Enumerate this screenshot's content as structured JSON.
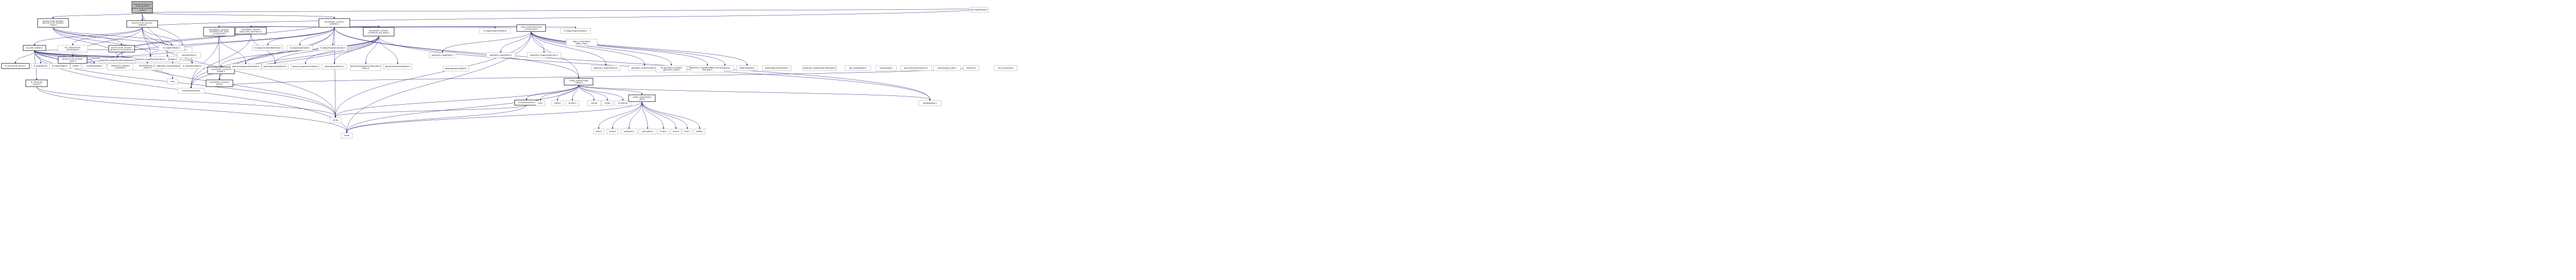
{
  "nodes": [
    {
      "id": "root",
      "lines": [
        "localization/ground",
        "_truth_localizer/",
        "ground_truth_localizer",
        "_node.h"
      ],
      "style": "root"
    },
    {
      "id": "gtl_node_h",
      "lines": [
        "ground_truth_localizer",
        "/ground_truth_localizer",
        "_node.h"
      ],
      "style": "linked"
    },
    {
      "id": "gtl_nodelet",
      "lines": [
        "ground_truth_localizer",
        "_nodelet.h"
      ],
      "style": "linked"
    },
    {
      "id": "loc_common_utils",
      "lines": [
        "localization_common",
        "/utilities.h"
      ],
      "style": "linked"
    },
    {
      "id": "ff_util_nodelet",
      "lines": [
        "ff_util/ff_nodelet.h"
      ],
      "style": "linked"
    },
    {
      "id": "gtl_gtl",
      "lines": [
        "ground_truth_localizer",
        "/ground_truth_localizer.h"
      ],
      "style": "linked"
    },
    {
      "id": "ff_msgs_gtl",
      "lines": [
        "ff_msgs/Heartbeat.h"
      ],
      "style": "plain"
    },
    {
      "id": "ros_h",
      "lines": [
        "ros/ros.h"
      ],
      "style": "plain"
    },
    {
      "id": "ff_util_ff_names",
      "lines": [
        "ff_common/ff_names.h"
      ],
      "style": "linked"
    },
    {
      "id": "ff_msgs_diag",
      "lines": [
        "ff_msgs/Fault.h"
      ],
      "style": "plain"
    },
    {
      "id": "ff_msgs_fstate",
      "lines": [
        "ff_msgs/Trigger.h"
      ],
      "style": "plain"
    },
    {
      "id": "thread",
      "lines": [
        "thread"
      ],
      "style": "plain"
    },
    {
      "id": "nodelet_h",
      "lines": [
        "nodelet/nodelet.h"
      ],
      "style": "plain"
    },
    {
      "id": "diag_pub",
      "lines": [
        "diagnostic_updater/",
        "publisher.h"
      ],
      "style": "plain"
    },
    {
      "id": "pluginlib",
      "lines": [
        "pluginlib/class_list",
        "_macros.h"
      ],
      "style": "plain"
    },
    {
      "id": "diag_arr",
      "lines": [
        "diagnostic_msgs/DiagnosticArray.h"
      ],
      "style": "plain"
    },
    {
      "id": "tf2_ros",
      "lines": [
        "tf2_ros/transform",
        "_broadcaster.h"
      ],
      "style": "plain"
    },
    {
      "id": "ff_msgs_hb",
      "lines": [
        "ff_msgs/Heartbeat.h"
      ],
      "style": "plain"
    },
    {
      "id": "ff_util_config",
      "lines": [
        "ff_util/config",
        "_server.h"
      ],
      "style": "linked"
    },
    {
      "id": "map",
      "lines": [
        "map"
      ],
      "style": "plain"
    },
    {
      "id": "string",
      "lines": [
        "string"
      ],
      "style": "plain"
    },
    {
      "id": "vector",
      "lines": [
        "vector"
      ],
      "style": "plain"
    },
    {
      "id": "boost_opt",
      "lines": [
        "boost/optional.hpp"
      ],
      "style": "plain"
    },
    {
      "id": "gtl_base",
      "lines": [
        "ground_truth_localizer",
        "_base.h"
      ],
      "style": "linked"
    },
    {
      "id": "geo_pose_stamped",
      "lines": [
        "geometry_msgs/PoseStamped.h"
      ],
      "style": "plain"
    },
    {
      "id": "geo_transform",
      "lines": [
        "geometry_msgs/TransformStamped.h"
      ],
      "style": "plain"
    },
    {
      "id": "ff_msgs_pose",
      "lines": [
        "ff_msgs/EkfState.h"
      ],
      "style": "plain"
    },
    {
      "id": "ros_subscriber",
      "lines": [
        "ros/subscriber.h"
      ],
      "style": "plain"
    },
    {
      "id": "loc_common_tsd",
      "lines": [
        "localization_common",
        "/combined_nav_state",
        "_covariances.h"
      ],
      "style": "linked"
    },
    {
      "id": "loc_common_tsdp",
      "lines": [
        "localization_common",
        "/pose_with_covariance.h"
      ],
      "style": "linked"
    },
    {
      "id": "ff_msgs_state_a",
      "lines": [
        "ff_msgs/CombinedNavState.h"
      ],
      "style": "plain"
    },
    {
      "id": "ff_msgs_state_b",
      "lines": [
        "ff_msgs/GraphState.h"
      ],
      "style": "plain"
    },
    {
      "id": "ff_msgs_state_c",
      "lines": [
        "ff_msgs/VisualLandmarks.h"
      ],
      "style": "plain"
    },
    {
      "id": "loc_common_cns",
      "lines": [
        "localization_common",
        "/combined_nav_state.h"
      ],
      "style": "linked"
    },
    {
      "id": "loc_common_time",
      "lines": [
        "localization_common",
        "/time.h"
      ],
      "style": "linked"
    },
    {
      "id": "loc_common_logger",
      "lines": [
        "localization_common",
        "/logger.h"
      ],
      "style": "linked"
    },
    {
      "id": "gtsam_navstate",
      "lines": [
        "gtsam/navigation/NavState.h"
      ],
      "style": "plain"
    },
    {
      "id": "gtsam_pose3",
      "lines": [
        "gtsam/geometry/Pose3.h"
      ],
      "style": "plain"
    },
    {
      "id": "gtsam_imu",
      "lines": [
        "gtsam/navigation/ImuBias.h"
      ],
      "style": "plain"
    },
    {
      "id": "gtsam_base",
      "lines": [
        "gtsam/base/Vector.h"
      ],
      "style": "plain"
    },
    {
      "id": "gtsam_cam",
      "lines": [
        "gtsam/navigation/CombinedImu",
        "Factor.h"
      ],
      "style": "plain"
    },
    {
      "id": "gtsam_linear",
      "lines": [
        "gtsam/linear/NoiseModel.h"
      ],
      "style": "plain"
    },
    {
      "id": "glog",
      "lines": [
        "glog/logging.h"
      ],
      "style": "plain"
    },
    {
      "id": "msg_conv",
      "lines": [
        "msg_conversions/msg",
        "_conversions.h"
      ],
      "style": "linked"
    },
    {
      "id": "config_reader",
      "lines": [
        "config_reader/config",
        "_reader.h"
      ],
      "style": "linked"
    },
    {
      "id": "ff_common_utils",
      "lines": [
        "ff_common/utils.h"
      ],
      "style": "linked"
    },
    {
      "id": "lua",
      "lines": [
        "lua.h"
      ],
      "style": "plain"
    },
    {
      "id": "lualib",
      "lines": [
        "lualib.h"
      ],
      "style": "plain"
    },
    {
      "id": "lauxlib",
      "lines": [
        "lauxlib.h"
      ],
      "style": "plain"
    },
    {
      "id": "cstring",
      "lines": [
        "cstring"
      ],
      "style": "plain"
    },
    {
      "id": "cmath",
      "lines": [
        "cmath"
      ],
      "style": "plain"
    },
    {
      "id": "functional",
      "lines": [
        "functional"
      ],
      "style": "plain"
    },
    {
      "id": "watch_files",
      "lines": [
        "config_reader/watch",
        "_files.h"
      ],
      "style": "linked"
    },
    {
      "id": "stdio",
      "lines": [
        "stdio.h"
      ],
      "style": "plain"
    },
    {
      "id": "unistd",
      "lines": [
        "unistd.h"
      ],
      "style": "plain"
    },
    {
      "id": "sys_types",
      "lines": [
        "sys/types.h"
      ],
      "style": "plain"
    },
    {
      "id": "sys_inotify",
      "lines": [
        "sys/inotify.h"
      ],
      "style": "plain"
    },
    {
      "id": "limits",
      "lines": [
        "limits.h"
      ],
      "style": "plain"
    },
    {
      "id": "errno",
      "lines": [
        "errno.h"
      ],
      "style": "plain"
    },
    {
      "id": "fcntl",
      "lines": [
        "fcntl.h"
      ],
      "style": "plain"
    },
    {
      "id": "stdlib",
      "lines": [
        "stdlib.h"
      ],
      "style": "plain"
    },
    {
      "id": "eigen_core",
      "lines": [
        "Eigen/Core"
      ],
      "style": "plain"
    },
    {
      "id": "eigen_geo",
      "lines": [
        "Eigen/Geometry"
      ],
      "style": "plain"
    },
    {
      "id": "geo_point",
      "lines": [
        "geometry_msgs/Point.h"
      ],
      "style": "plain"
    },
    {
      "id": "geo_quat",
      "lines": [
        "geometry_msgs/Quaternion.h"
      ],
      "style": "plain"
    },
    {
      "id": "geo_vec3",
      "lines": [
        "geometry_msgs/Vector3.h"
      ],
      "style": "plain"
    },
    {
      "id": "geo_pose",
      "lines": [
        "geometry_msgs/Pose.h"
      ],
      "style": "plain"
    },
    {
      "id": "geo_pose_cov",
      "lines": [
        "geometry_msgs/PoseWithCovariance",
        "Stamped.h"
      ],
      "style": "plain"
    },
    {
      "id": "geo_transform_b",
      "lines": [
        "geometry_msgs/Transform.h"
      ],
      "style": "plain"
    },
    {
      "id": "ff_msgs_graph_vio",
      "lines": [
        "ff_msgs/GraphVIOState.h"
      ],
      "style": "plain"
    },
    {
      "id": "ff_msgs_graph_loc",
      "lines": [
        "ff_msgs/GraphLocState.h"
      ],
      "style": "plain"
    },
    {
      "id": "gtsam_rot",
      "lines": [
        "gtsam/geometry/Rot3.h"
      ],
      "style": "plain"
    },
    {
      "id": "tf2_geo",
      "lines": [
        "tf2_geometry_msgs/tf2",
        "_geometry_msgs.h"
      ],
      "style": "plain"
    },
    {
      "id": "eigen_conv",
      "lines": [
        "eigen_conversions/",
        "eigen_msg.h"
      ],
      "style": "plain"
    },
    {
      "id": "gtsam_point3",
      "lines": [
        "gtsam/geometry/Point3.h"
      ],
      "style": "plain"
    },
    {
      "id": "geo_vec3_stamped",
      "lines": [
        "geometry_msgs/Vector3Stamped.h"
      ],
      "style": "plain"
    },
    {
      "id": "std_msgs_header",
      "lines": [
        "std_msgs/Header.h"
      ],
      "style": "plain"
    },
    {
      "id": "ros_time",
      "lines": [
        "ros/time.h"
      ],
      "style": "plain"
    },
    {
      "id": "ros_package",
      "lines": [
        "ros/package.h"
      ],
      "style": "plain"
    },
    {
      "id": "pcl_eigen",
      "lines": [
        "pcl/common/transforms.h"
      ],
      "style": "plain"
    },
    {
      "id": "std_msgs_empty",
      "lines": [
        "std_msgs/Empty.h"
      ],
      "style": "plain"
    },
    {
      "id": "ros_msg_ts",
      "lines": [
        "ros/message_traits.h"
      ],
      "style": "plain"
    },
    {
      "id": "std_srv_empty",
      "lines": [
        "std_srvs/Empty.h"
      ],
      "style": "plain"
    }
  ],
  "edges": [
    [
      "root",
      "gtl_node_h"
    ],
    [
      "root",
      "gtl_nodelet"
    ],
    [
      "root",
      "loc_common_utils"
    ],
    [
      "root",
      "ff_msgs_gtl"
    ],
    [
      "root",
      "ros_h"
    ],
    [
      "root",
      "std_msgs_empty"
    ],
    [
      "gtl_node_h",
      "gtl_gtl"
    ],
    [
      "gtl_node_h",
      "geo_pose_stamped"
    ],
    [
      "gtl_node_h",
      "geo_transform"
    ],
    [
      "gtl_node_h",
      "ff_msgs_pose"
    ],
    [
      "gtl_node_h",
      "ros_subscriber"
    ],
    [
      "gtl_nodelet",
      "ff_util_nodelet"
    ],
    [
      "gtl_nodelet",
      "gtl_base"
    ],
    [
      "gtl_nodelet",
      "geo_pose_stamped"
    ],
    [
      "gtl_nodelet",
      "ros_h"
    ],
    [
      "gtl_nodelet",
      "tf2_ros"
    ],
    [
      "gtl_nodelet",
      "std_msgs_empty"
    ],
    [
      "gtl_nodelet",
      "string"
    ],
    [
      "gtl_nodelet",
      "ff_msgs_hb"
    ],
    [
      "ff_util_nodelet",
      "ff_util_ff_names"
    ],
    [
      "ff_util_nodelet",
      "ff_msgs_diag"
    ],
    [
      "ff_util_nodelet",
      "ff_msgs_fstate"
    ],
    [
      "ff_util_nodelet",
      "thread"
    ],
    [
      "ff_util_nodelet",
      "nodelet_h"
    ],
    [
      "ff_util_nodelet",
      "diag_pub"
    ],
    [
      "ff_util_nodelet",
      "pluginlib"
    ],
    [
      "ff_util_nodelet",
      "diag_arr"
    ],
    [
      "ff_util_nodelet",
      "ff_msgs_hb"
    ],
    [
      "ff_util_nodelet",
      "ff_util_config"
    ],
    [
      "ff_util_nodelet",
      "map"
    ],
    [
      "ff_util_nodelet",
      "string"
    ],
    [
      "ff_util_nodelet",
      "vector"
    ],
    [
      "ff_util_nodelet",
      "ros_h"
    ],
    [
      "ff_util_config",
      "string"
    ],
    [
      "ff_util_config",
      "vector"
    ],
    [
      "gtl_base",
      "ros_h"
    ],
    [
      "gtl_base",
      "geo_pose_stamped"
    ],
    [
      "gtl_gtl",
      "loc_common_utils"
    ],
    [
      "gtl_gtl",
      "loc_common_tsdp"
    ],
    [
      "gtl_gtl",
      "geo_transform"
    ],
    [
      "gtl_gtl",
      "string"
    ],
    [
      "loc_common_utils",
      "loc_common_tsd"
    ],
    [
      "loc_common_utils",
      "loc_common_tsdp"
    ],
    [
      "loc_common_utils",
      "ff_msgs_state_a"
    ],
    [
      "loc_common_utils",
      "ff_msgs_state_b"
    ],
    [
      "loc_common_utils",
      "ff_msgs_state_c"
    ],
    [
      "loc_common_utils",
      "loc_common_cns"
    ],
    [
      "loc_common_utils",
      "loc_common_time"
    ],
    [
      "loc_common_utils",
      "msg_conv"
    ],
    [
      "loc_common_utils",
      "config_reader"
    ],
    [
      "loc_common_utils",
      "geo_pose_stamped"
    ],
    [
      "loc_common_utils",
      "geo_transform"
    ],
    [
      "loc_common_utils",
      "ff_msgs_graph_vio"
    ],
    [
      "loc_common_utils",
      "ff_msgs_graph_loc"
    ],
    [
      "loc_common_utils",
      "glog"
    ],
    [
      "loc_common_utils",
      "boost_opt"
    ],
    [
      "loc_common_utils",
      "string"
    ],
    [
      "loc_common_tsd",
      "loc_common_time"
    ],
    [
      "loc_common_tsd",
      "gtsam_navstate"
    ],
    [
      "loc_common_tsd",
      "boost_opt"
    ],
    [
      "loc_common_tsdp",
      "gtsam_pose3"
    ],
    [
      "loc_common_tsdp",
      "boost_opt"
    ],
    [
      "loc_common_cns",
      "loc_common_time"
    ],
    [
      "loc_common_cns",
      "gtsam_navstate"
    ],
    [
      "loc_common_cns",
      "gtsam_pose3"
    ],
    [
      "loc_common_cns",
      "gtsam_imu"
    ],
    [
      "loc_common_cns",
      "gtsam_base"
    ],
    [
      "loc_common_cns",
      "gtsam_cam"
    ],
    [
      "loc_common_cns",
      "gtsam_linear"
    ],
    [
      "loc_common_cns",
      "boost_opt"
    ],
    [
      "loc_common_cns",
      "loc_common_logger"
    ],
    [
      "loc_common_cns",
      "glog"
    ],
    [
      "loc_common_time",
      "ros_time"
    ],
    [
      "msg_conv",
      "eigen_core"
    ],
    [
      "msg_conv",
      "eigen_geo"
    ],
    [
      "msg_conv",
      "geo_point"
    ],
    [
      "msg_conv",
      "geo_quat"
    ],
    [
      "msg_conv",
      "geo_vec3"
    ],
    [
      "msg_conv",
      "geo_pose"
    ],
    [
      "msg_conv",
      "geo_pose_cov"
    ],
    [
      "msg_conv",
      "geo_transform_b"
    ],
    [
      "msg_conv",
      "config_reader"
    ],
    [
      "msg_conv",
      "tf2_geo"
    ],
    [
      "msg_conv",
      "string"
    ],
    [
      "msg_conv",
      "vector"
    ],
    [
      "config_reader",
      "ff_common_utils"
    ],
    [
      "config_reader",
      "lua"
    ],
    [
      "config_reader",
      "lualib"
    ],
    [
      "config_reader",
      "lauxlib"
    ],
    [
      "config_reader",
      "cstring"
    ],
    [
      "config_reader",
      "cmath"
    ],
    [
      "config_reader",
      "functional"
    ],
    [
      "config_reader",
      "watch_files"
    ],
    [
      "config_reader",
      "string"
    ],
    [
      "config_reader",
      "vector"
    ],
    [
      "config_reader",
      "glog"
    ],
    [
      "ff_common_utils",
      "string"
    ],
    [
      "ff_common_utils",
      "vector"
    ],
    [
      "watch_files",
      "stdio"
    ],
    [
      "watch_files",
      "unistd"
    ],
    [
      "watch_files",
      "sys_types"
    ],
    [
      "watch_files",
      "sys_inotify"
    ],
    [
      "watch_files",
      "limits"
    ],
    [
      "watch_files",
      "errno"
    ],
    [
      "watch_files",
      "fcntl"
    ],
    [
      "watch_files",
      "stdlib"
    ],
    [
      "watch_files",
      "vector"
    ]
  ]
}
